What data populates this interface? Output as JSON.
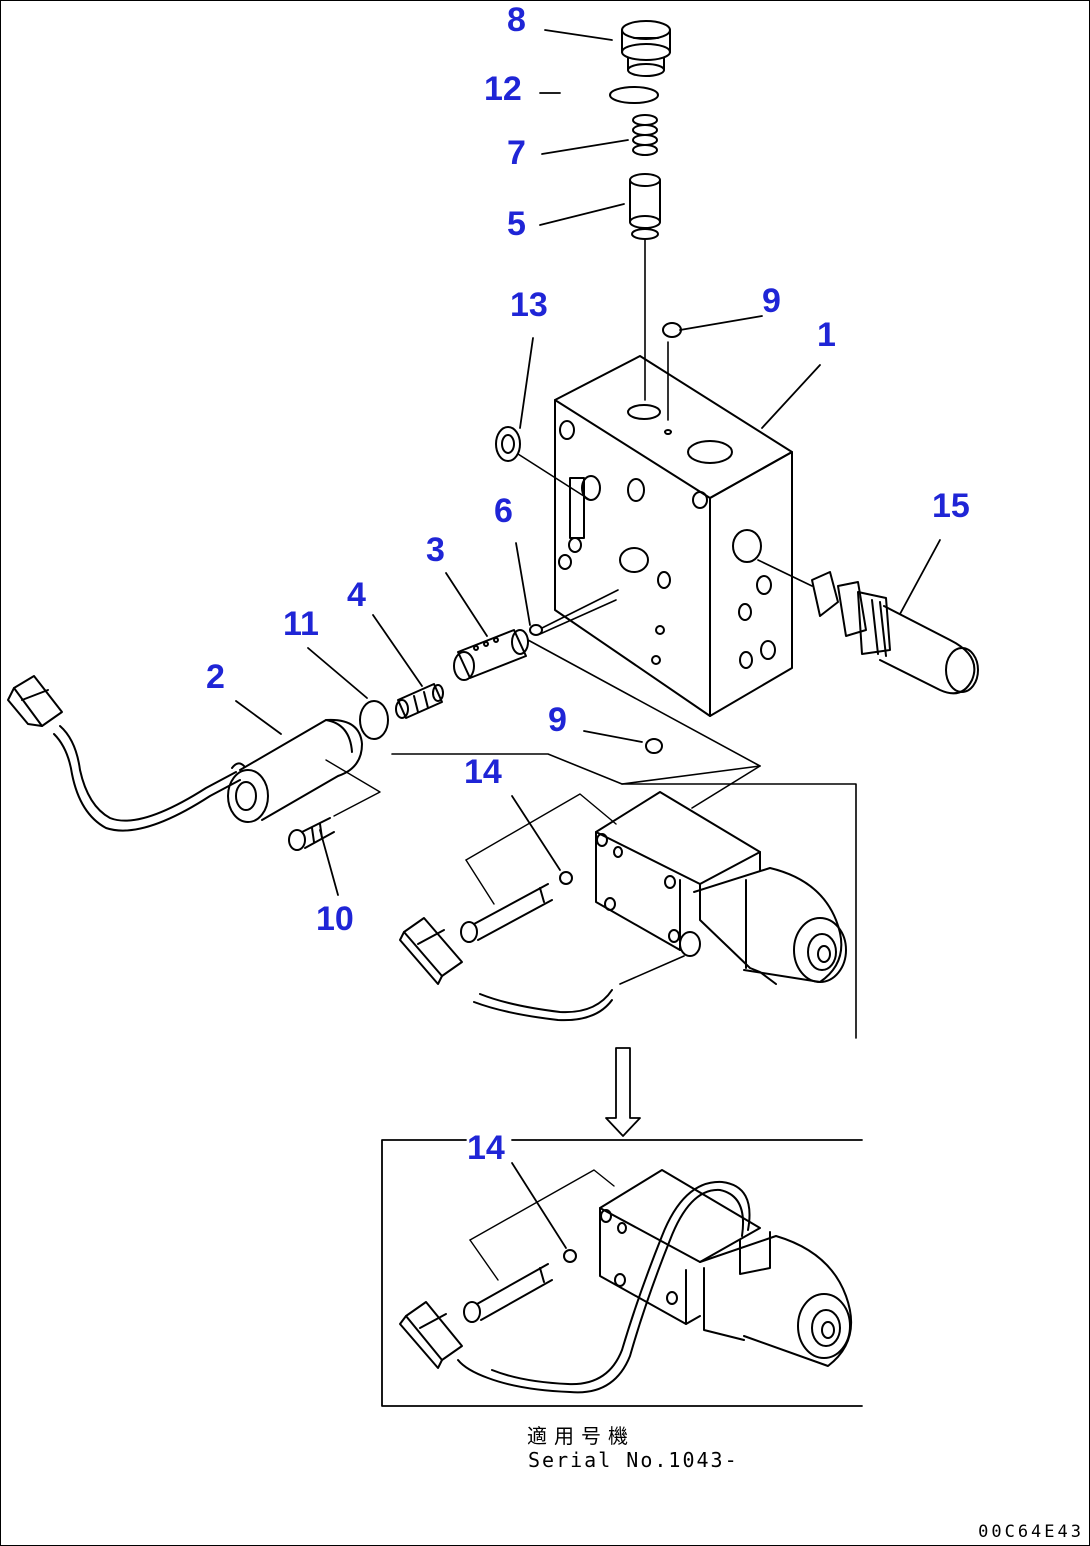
{
  "callouts": {
    "p1": "1",
    "p2": "2",
    "p3": "3",
    "p4": "4",
    "p5": "5",
    "p6": "6",
    "p7": "7",
    "p8": "8",
    "p9a": "9",
    "p9b": "9",
    "p10": "10",
    "p11": "11",
    "p12": "12",
    "p13": "13",
    "p14a": "14",
    "p14b": "14",
    "p15": "15"
  },
  "caption": {
    "applicability": "適用号機",
    "serial": "Serial No.1043-"
  },
  "drawing_code": "00C64E43",
  "colors": {
    "callout": "#1f25d6",
    "line": "#000000",
    "background": "#ffffff"
  }
}
